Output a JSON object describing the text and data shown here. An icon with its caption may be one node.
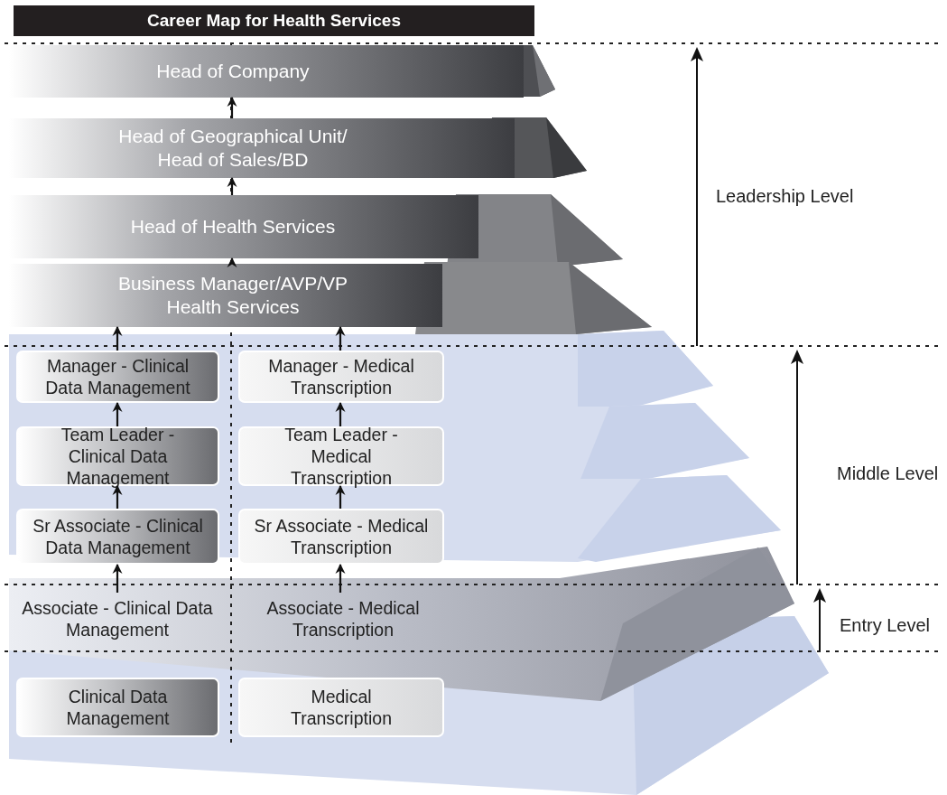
{
  "diagram": {
    "title": "Career Map for Health Services",
    "nodes": [
      {
        "text": [
          "Head of Company"
        ]
      },
      {
        "text": [
          "Head of Geographical Unit/ Head of Sales/BD"
        ]
      },
      {
        "text": [
          "Head of Health Services"
        ]
      },
      {
        "text": [
          "Business Manager/AVP/VP Health Services"
        ]
      },
      {
        "text": [
          "Manager - Clinical Data Management"
        ]
      },
      {
        "text": [
          "Manager - Medical Transcription"
        ]
      },
      {
        "text": [
          "Team Leader - Clinical Data Management"
        ]
      },
      {
        "text": [
          "Team Leader - Medical Transcription"
        ]
      },
      {
        "text": [
          "Sr Associate - Clinical Data Management"
        ]
      },
      {
        "text": [
          "Sr Associate - Medical Transcription"
        ]
      },
      {
        "text": [
          "Associate - Clinical Data Management"
        ]
      },
      {
        "text": [
          "Associate - Medical Transcription"
        ]
      },
      {
        "text": [
          "Clinical Data Management"
        ]
      },
      {
        "text": [
          "Medical Transcription"
        ]
      }
    ],
    "edges": [
      {
        "from": 1,
        "to": 0,
        "arrow": "to"
      },
      {
        "from": 2,
        "to": 1,
        "arrow": "to"
      },
      {
        "from": 3,
        "to": 2,
        "arrow": "to"
      },
      {
        "from": 4,
        "to": 3,
        "arrow": "to"
      },
      {
        "from": 5,
        "to": 3,
        "arrow": "to"
      },
      {
        "from": 6,
        "to": 4,
        "arrow": "to"
      },
      {
        "from": 7,
        "to": 5,
        "arrow": "to"
      },
      {
        "from": 8,
        "to": 6,
        "arrow": "to"
      },
      {
        "from": 9,
        "to": 7,
        "arrow": "to"
      },
      {
        "from": 10,
        "to": 8,
        "arrow": "to"
      },
      {
        "from": 11,
        "to": 9,
        "arrow": "to"
      }
    ],
    "labels": [
      "Leadership Level",
      "Middle Level",
      "Entry Level"
    ]
  }
}
